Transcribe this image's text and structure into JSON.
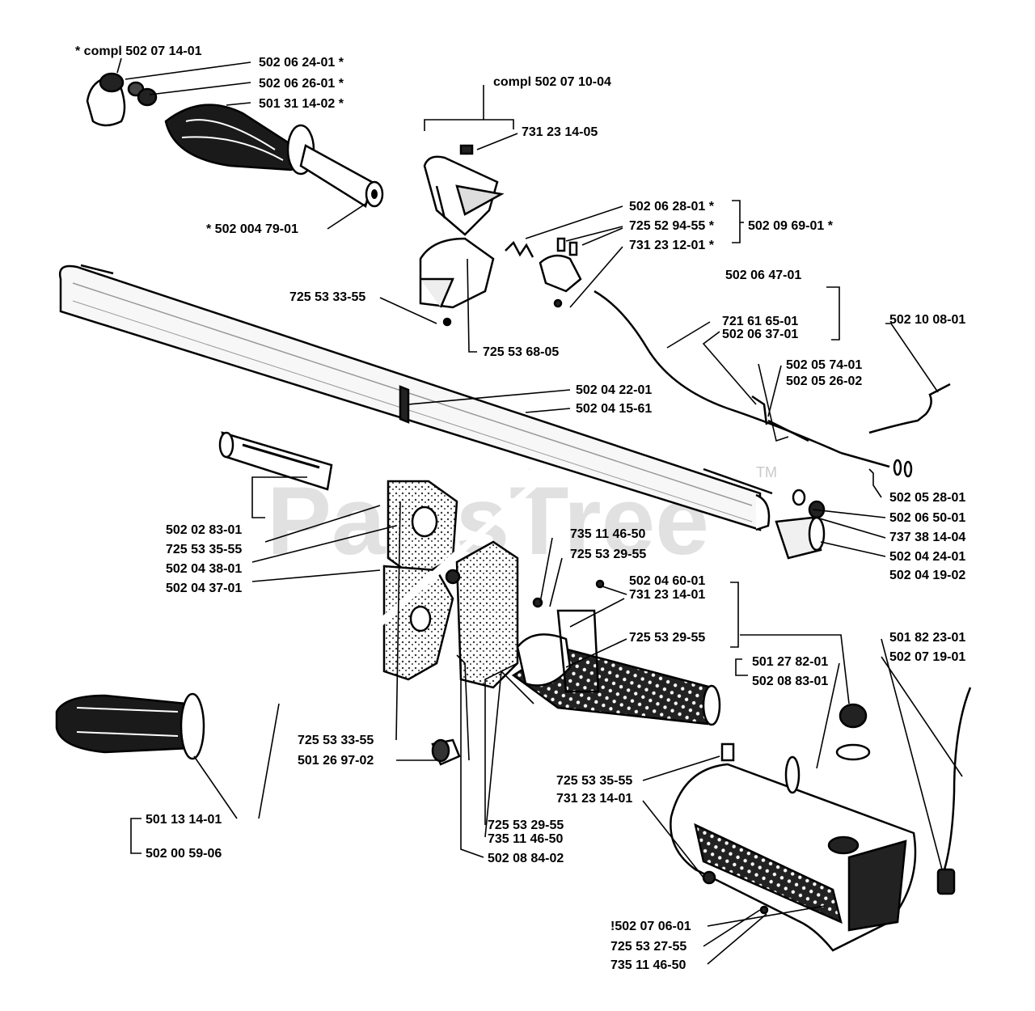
{
  "watermark": {
    "text": "PartsTree",
    "trademark": "TM"
  },
  "labels": {
    "compl_502_07_14_01": "* compl 502 07 14-01",
    "p_502_06_24_01": "502 06 24-01 *",
    "p_502_06_26_01": "502 06 26-01 *",
    "p_501_31_14_02": "501 31 14-02 *",
    "p_502_004_79_01": "* 502 004 79-01",
    "compl_502_07_10_04": "compl 502 07 10-04",
    "p_731_23_14_05": "731 23 14-05",
    "p_502_06_28_01": "502 06 28-01 *",
    "p_725_52_94_55": "725 52 94-55 *",
    "p_731_23_12_01": "731 23 12-01 *",
    "p_502_09_69_01": "502 09 69-01 *",
    "p_725_53_33_55_a": "725 53 33-55",
    "p_725_53_68_05": "725 53 68-05",
    "p_502_06_47_01": "502 06 47-01",
    "p_721_61_65_01": "721 61 65-01",
    "p_502_06_37_01": "502 06 37-01",
    "p_502_10_08_01": "502 10 08-01",
    "p_502_05_74_01": "502 05 74-01",
    "p_502_05_26_02": "502 05 26-02",
    "p_502_04_22_01": "502 04 22-01",
    "p_502_04_15_61": "502 04 15-61",
    "p_502_05_28_01": "502 05 28-01",
    "p_502_06_50_01": "502 06 50-01",
    "p_737_38_14_04": "737 38 14-04",
    "p_502_04_24_01": "502 04 24-01",
    "p_502_04_19_02": "502 04 19-02",
    "p_502_02_83_01": "502 02 83-01",
    "p_725_53_35_55_a": "725 53 35-55",
    "p_502_04_38_01": "502 04 38-01",
    "p_502_04_37_01": "502 04 37-01",
    "p_735_11_46_50_a": "735 11 46-50",
    "p_725_53_29_55_a": "725 53 29-55",
    "p_502_04_60_01": "502 04 60-01",
    "p_731_23_14_01_a": "731 23 14-01",
    "p_725_53_29_55_b": "725 53 29-55",
    "p_501_27_82_01": "501 27 82-01",
    "p_502_08_83_01": "502 08 83-01",
    "p_501_82_23_01": "501 82 23-01",
    "p_502_07_19_01": "502 07 19-01",
    "p_725_53_33_55_b": "725 53 33-55",
    "p_501_26_97_02": "501 26 97-02",
    "p_725_53_35_55_b": "725 53 35-55",
    "p_731_23_14_01_b": "731 23 14-01",
    "p_725_53_29_55_c": "725 53 29-55",
    "p_735_11_46_50_b": "735 11 46-50",
    "p_502_08_84_02": "502 08 84-02",
    "p_501_13_14_01": "501 13 14-01",
    "p_502_00_59_06": "502 00 59-06",
    "p_502_07_06_01": "!502 07 06-01",
    "p_725_53_27_55": "725 53 27-55",
    "p_735_11_46_50_c": "735 11 46-50"
  }
}
